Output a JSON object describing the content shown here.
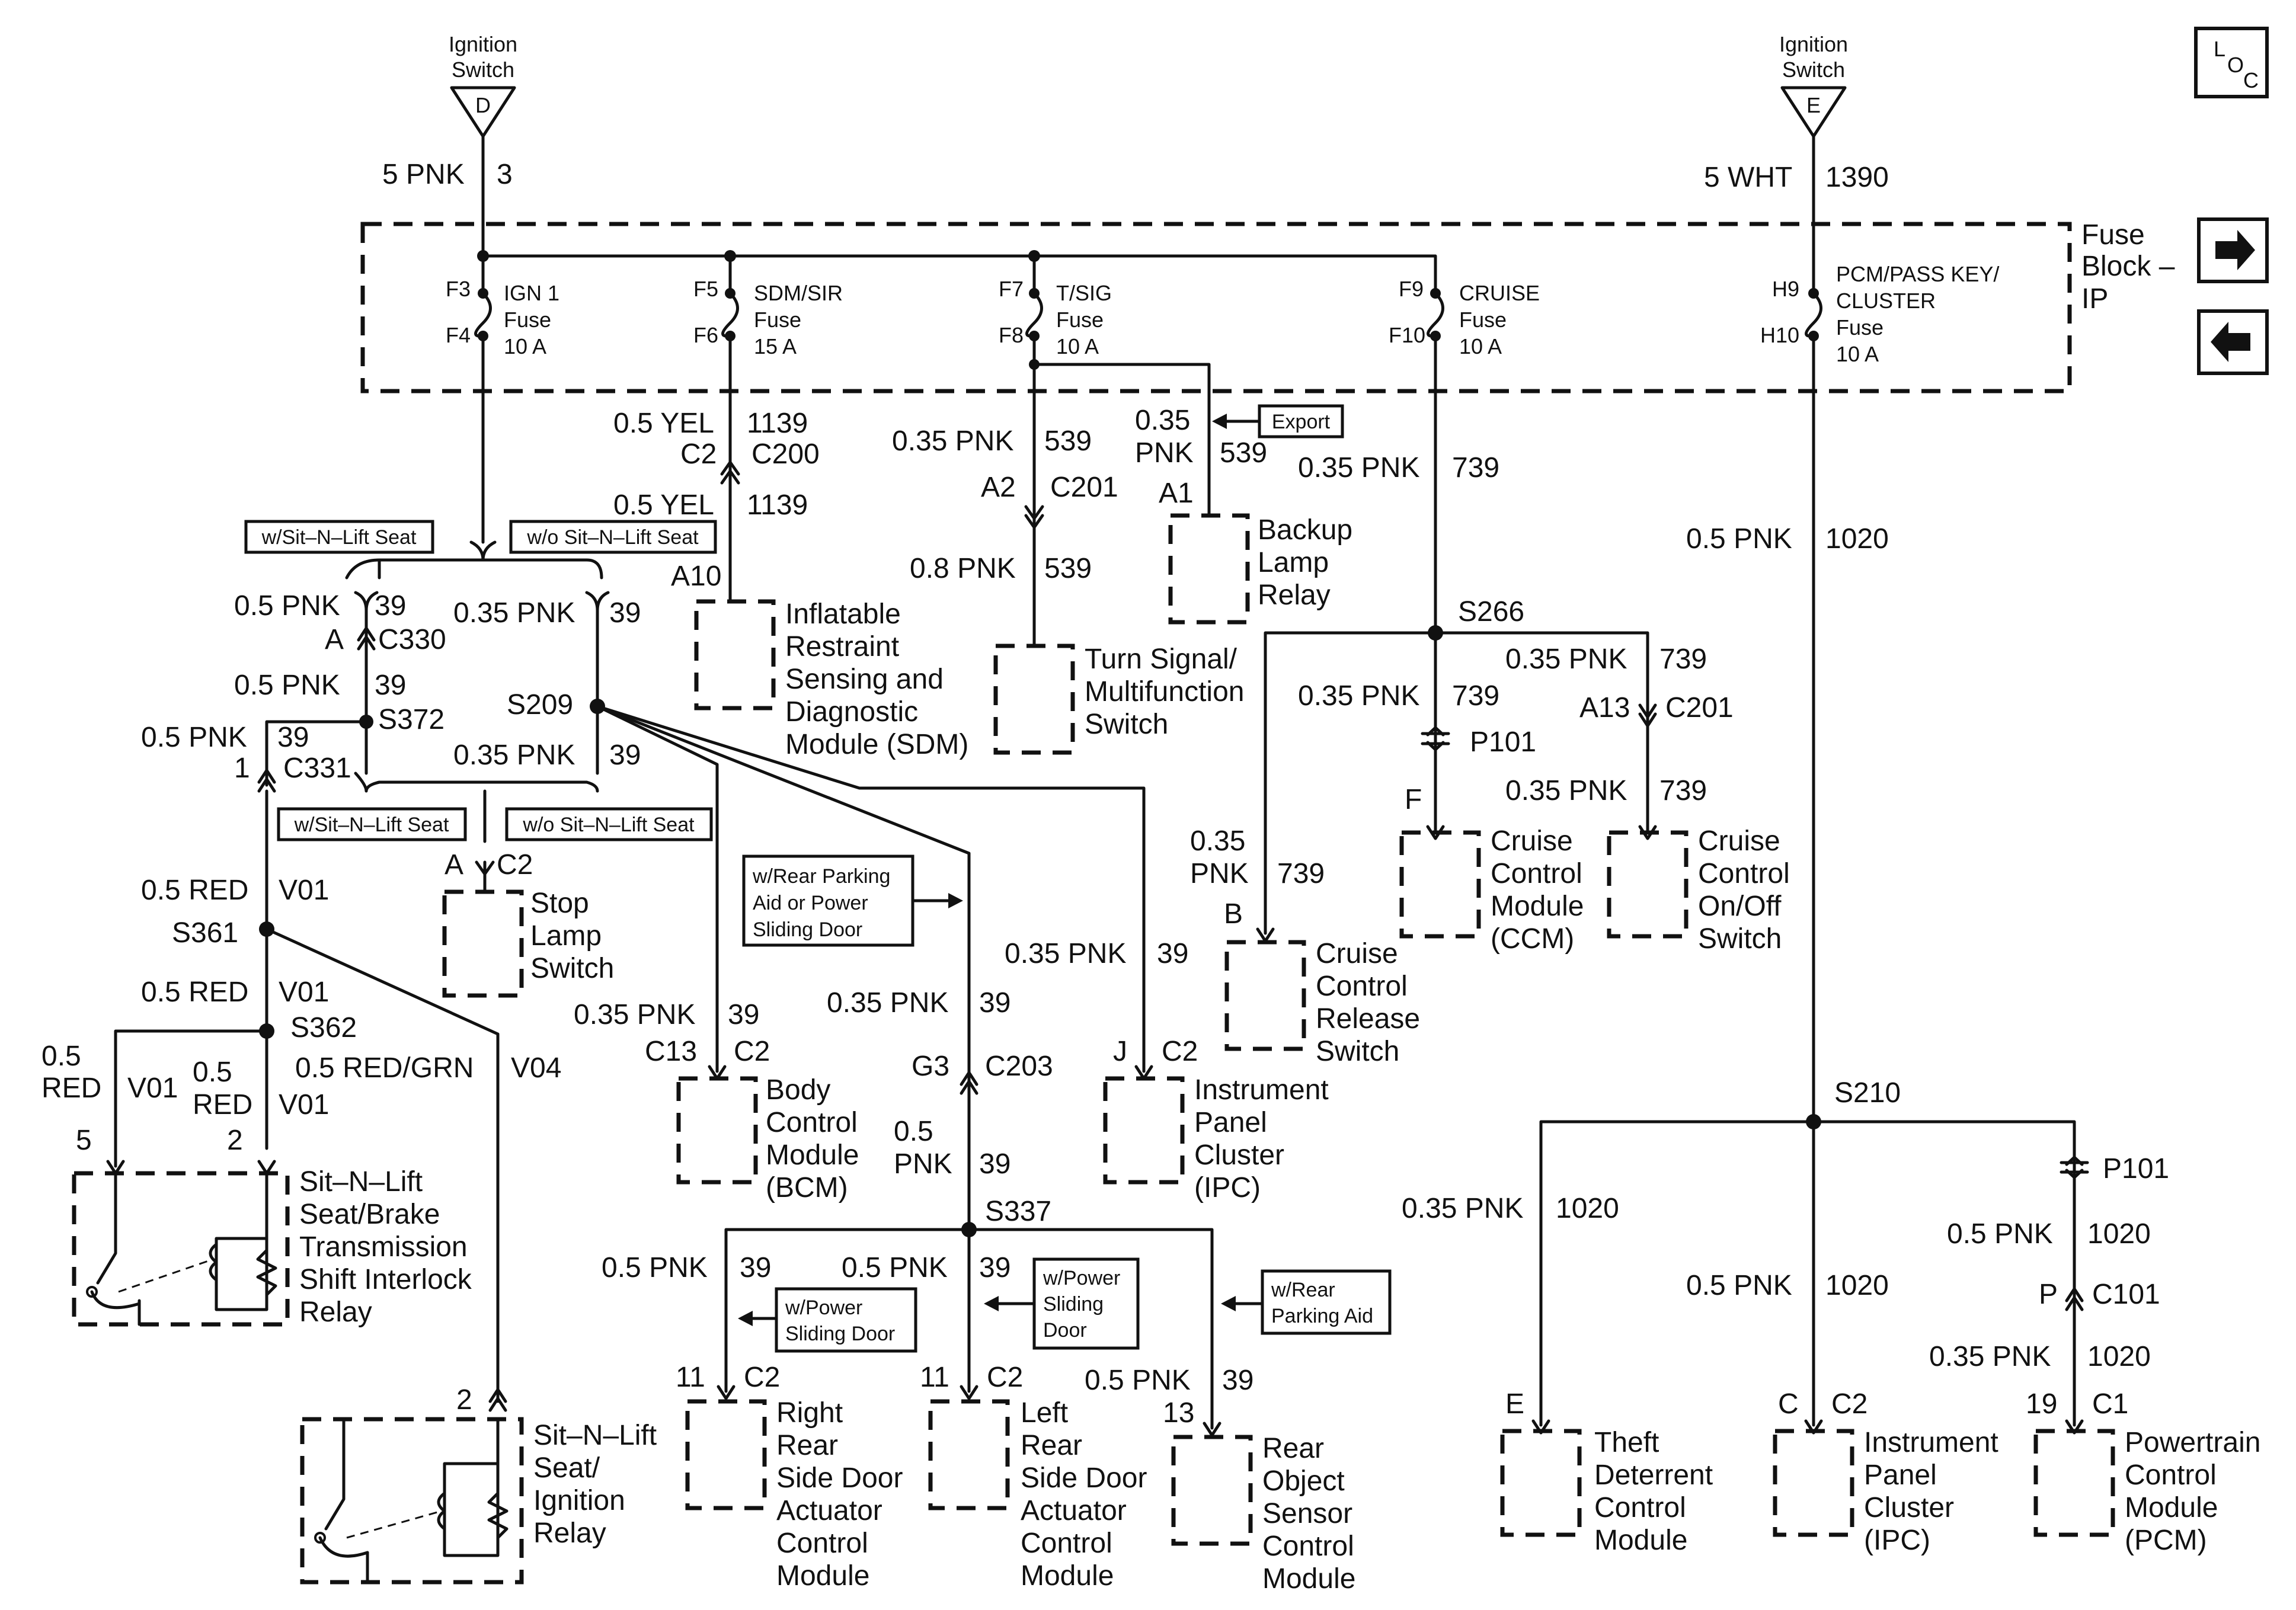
{
  "sources": {
    "left": {
      "title": "Ignition Switch",
      "line1": "Ignition",
      "line2": "Switch",
      "terminal": "D",
      "wire": "5 PNK",
      "circuit": "3"
    },
    "right": {
      "title": "Ignition Switch",
      "line1": "Ignition",
      "line2": "Switch",
      "terminal": "E",
      "wire": "5 WHT",
      "circuit": "1390"
    }
  },
  "loc_icon": {
    "l": "L",
    "o": "O",
    "c": "C"
  },
  "fuse_block": {
    "line1": "Fuse",
    "line2": "Block –",
    "line3": "IP"
  },
  "nav": {
    "forward": "arrow-right-icon",
    "back": "arrow-left-icon"
  },
  "fuses": [
    {
      "top": "F3",
      "bottom": "F4",
      "name": "IGN 1",
      "word": "Fuse",
      "rating": "10 A"
    },
    {
      "top": "F5",
      "bottom": "F6",
      "name": "SDM/SIR",
      "word": "Fuse",
      "rating": "15 A"
    },
    {
      "top": "F7",
      "bottom": "F8",
      "name": "T/SIG",
      "word": "Fuse",
      "rating": "10 A"
    },
    {
      "top": "F9",
      "bottom": "F10",
      "name": "CRUISE",
      "word": "Fuse",
      "rating": "10 A"
    },
    {
      "top": "H9",
      "bottom": "H10",
      "name1": "PCM/PASS KEY/",
      "name2": "CLUSTER",
      "word": "Fuse",
      "rating": "10 A"
    }
  ],
  "tags": {
    "with_sit": "w/Sit–N–Lift Seat",
    "without_sit": "w/o Sit–N–Lift Seat",
    "export": "Export",
    "rear_parking_power": [
      "w/Rear Parking",
      "Aid or Power",
      "Sliding Door"
    ],
    "power_sliding_right": [
      "w/Power",
      "Sliding Door"
    ],
    "power_sliding_left": [
      "w/Power",
      "Sliding",
      "Door"
    ],
    "rear_parking": [
      "w/Rear",
      "Parking Aid"
    ]
  },
  "wires": {
    "yel_c2": "0.5 YEL",
    "c2": "C2",
    "c1139": "1139",
    "c200": "C200",
    "yel_2": "0.5 YEL",
    "c1139b": "1139",
    "a10": "A10",
    "pnk035_539": "0.35 PNK",
    "c539": "539",
    "a2": "A2",
    "c201": "C201",
    "pnk08": "0.8 PNK",
    "c539b": "539",
    "pnk035_a": "0.35",
    "pnk_a": "PNK",
    "c539c": "539",
    "a1": "A1",
    "pnk035_739": "0.35 PNK",
    "c739": "739",
    "s266": "S266",
    "pnk035_739b": "0.35 PNK",
    "c739b": "739",
    "pnk035_739c": "0.35 PNK",
    "c739c": "739",
    "a13": "A13",
    "c201b": "C201",
    "p101": "P101",
    "f": "F",
    "pnk035_739d": "0.35 PNK",
    "c739d": "739",
    "pnk035_b1": "0.35",
    "pnk_b": "PNK",
    "c739e": "739",
    "b": "B",
    "pnk05_1020": "0.5 PNK",
    "c1020": "1020",
    "pnk05_39a": "0.5 PNK",
    "c39a": "39",
    "a": "A",
    "c330": "C330",
    "pnk035_39a": "0.35 PNK",
    "c39b": "39",
    "pnk05_39b": "0.5 PNK",
    "c39c": "39",
    "s372": "S372",
    "s209": "S209",
    "pnk05_39c": "0.5 PNK",
    "c39d": "39",
    "one": "1",
    "c331": "C331",
    "pnk035_39b": "0.35 PNK",
    "c39e": "39",
    "a_c2": "A",
    "c2b": "C2",
    "red05": "0.5 RED",
    "v01": "V01",
    "s361": "S361",
    "red05b": "0.5 RED",
    "v01b": "V01",
    "s362": "S362",
    "redgrn": "0.5 RED/GRN",
    "v04": "V04",
    "r05a": "0.5",
    "reda": "RED",
    "v01c": "V01",
    "r05b": "0.5",
    "redb": "RED",
    "v01d": "V01",
    "five": "5",
    "two": "2",
    "pnk035_39c": "0.35 PNK",
    "c39f": "39",
    "c13": "C13",
    "c2c": "C2",
    "pnk035_39d": "0.35 PNK",
    "c39g": "39",
    "g3": "G3",
    "c203": "C203",
    "pnk035_39e": "0.35 PNK",
    "c39h": "39",
    "j": "J",
    "c2d": "C2",
    "p05": "0.5",
    "ppnk": "PNK",
    "c39i": "39",
    "s337": "S337",
    "pnk05_39d": "0.5 PNK",
    "c39j": "39",
    "pnk05_39e": "0.5 PNK",
    "c39k": "39",
    "pnk05_39f": "0.5 PNK",
    "c39l": "39",
    "thirteen": "13",
    "eleven_a": "11",
    "c2e": "C2",
    "eleven_b": "11",
    "c2f": "C2",
    "two_b": "2",
    "s210": "S210",
    "pnk035_1020a": "0.35 PNK",
    "c1020a": "1020",
    "pnk05_1020b": "0.5 PNK",
    "c1020b": "1020",
    "p101b": "P101",
    "pnk05_1020c": "0.5 PNK",
    "c1020c": "1020",
    "p": "P",
    "c101": "C101",
    "pnk035_1020d": "0.35 PNK",
    "c1020d": "1020",
    "e": "E",
    "c_pin": "C",
    "c2g": "C2",
    "nineteen": "19",
    "c1": "C1"
  },
  "components": {
    "sdm": [
      "Inflatable",
      "Restraint",
      "Sensing and",
      "Diagnostic",
      "Module (SDM)"
    ],
    "turn": [
      "Turn Signal/",
      "Multifunction",
      "Switch"
    ],
    "backup": [
      "Backup",
      "Lamp",
      "Relay"
    ],
    "ccm": [
      "Cruise",
      "Control",
      "Module",
      "(CCM)"
    ],
    "onoff": [
      "Cruise",
      "Control",
      "On/Off",
      "Switch"
    ],
    "release": [
      "Cruise",
      "Control",
      "Release",
      "Switch"
    ],
    "stop": [
      "Stop",
      "Lamp",
      "Switch"
    ],
    "bcm": [
      "Body",
      "Control",
      "Module",
      "(BCM)"
    ],
    "ipc1": [
      "Instrument",
      "Panel",
      "Cluster",
      "(IPC)"
    ],
    "relay1": [
      "Sit–N–Lift",
      "Seat/Brake",
      "Transmission",
      "Shift Interlock",
      "Relay"
    ],
    "relay2": [
      "Sit–N–Lift",
      "Seat/",
      "Ignition",
      "Relay"
    ],
    "right_door": [
      "Right",
      "Rear",
      "Side Door",
      "Actuator",
      "Control",
      "Module"
    ],
    "left_door": [
      "Left",
      "Rear",
      "Side Door",
      "Actuator",
      "Control",
      "Module"
    ],
    "rear_obj": [
      "Rear",
      "Object",
      "Sensor",
      "Control",
      "Module"
    ],
    "theft": [
      "Theft",
      "Deterrent",
      "Control",
      "Module"
    ],
    "ipc2": [
      "Instrument",
      "Panel",
      "Cluster",
      "(IPC)"
    ],
    "pcm": [
      "Powertrain",
      "Control",
      "Module",
      "(PCM)"
    ]
  }
}
